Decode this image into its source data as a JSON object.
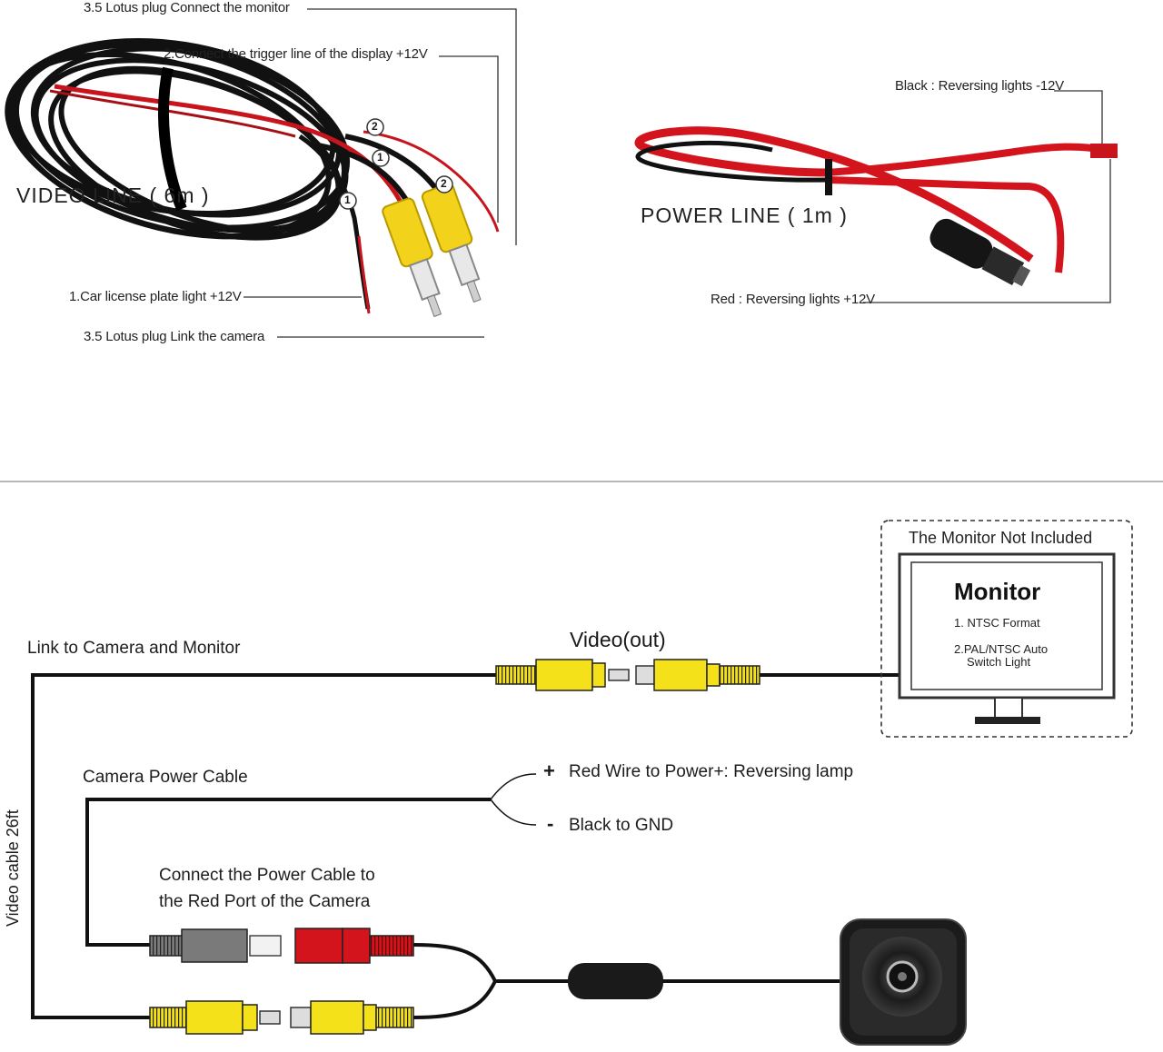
{
  "top_left": {
    "title": "VIDEO  LINE  ( 6m )",
    "callouts": {
      "connect_monitor": "3.5 Lotus plug  Connect the monitor",
      "trigger_line": "2.Connect the trigger line of the display +12V",
      "plate_light": "1.Car license plate light +12V",
      "link_camera": "3.5 Lotus plug  Link the camera"
    },
    "markers": {
      "one": "1",
      "two": "2"
    }
  },
  "top_right": {
    "title": "POWER  LINE  ( 1m )",
    "callouts": {
      "black": "Black : Reversing lights -12V",
      "red": "Red : Reversing lights +12V"
    }
  },
  "diagram": {
    "link_label": "Link to Camera and Monitor",
    "video_out": "Video(out)",
    "power_cable": "Camera Power Cable",
    "red_wire": "Red Wire to Power+: Reversing lamp",
    "black_wire": "Black to GND",
    "plus_sign": "+",
    "minus_sign": "-",
    "connect_power_line1": "Connect the Power Cable to",
    "connect_power_line2": "the Red Port of the Camera",
    "video_cable": "Video cable 26ft",
    "monitor_box": {
      "header": "The Monitor Not Included",
      "title": "Monitor",
      "item1": "1. NTSC Format",
      "item2_line1": "2.PAL/NTSC Auto",
      "item2_line2": "Switch Light"
    }
  },
  "colors": {
    "rca_yellow": "#f5e11a",
    "wire_red": "#d4141c",
    "wire_black": "#111111",
    "plug_gray": "#7a7a7a",
    "divider": "#8c8c8c"
  }
}
